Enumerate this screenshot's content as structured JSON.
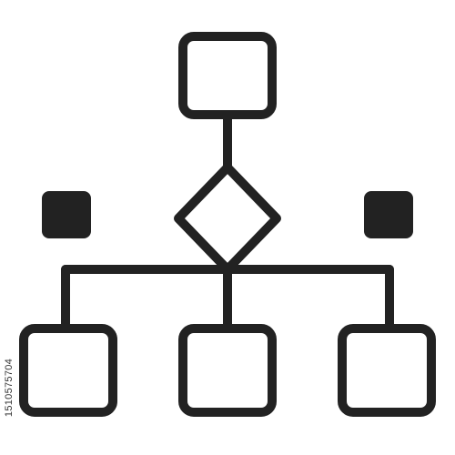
{
  "diagram": {
    "colors": {
      "stroke": "#222222",
      "fill_solid": "#222222",
      "box_fill": "#ffffff",
      "background": "#ffffff"
    },
    "nodes": [
      {
        "name": "top-box",
        "shape": "rounded-square"
      },
      {
        "name": "decision-diamond",
        "shape": "diamond"
      },
      {
        "name": "left-solid-square",
        "shape": "filled-rounded-square"
      },
      {
        "name": "right-solid-square",
        "shape": "filled-rounded-square"
      },
      {
        "name": "bottom-left-box",
        "shape": "rounded-square"
      },
      {
        "name": "bottom-center-box",
        "shape": "rounded-square"
      },
      {
        "name": "bottom-right-box",
        "shape": "rounded-square"
      }
    ]
  },
  "watermark": {
    "id_text": "1510575704"
  }
}
